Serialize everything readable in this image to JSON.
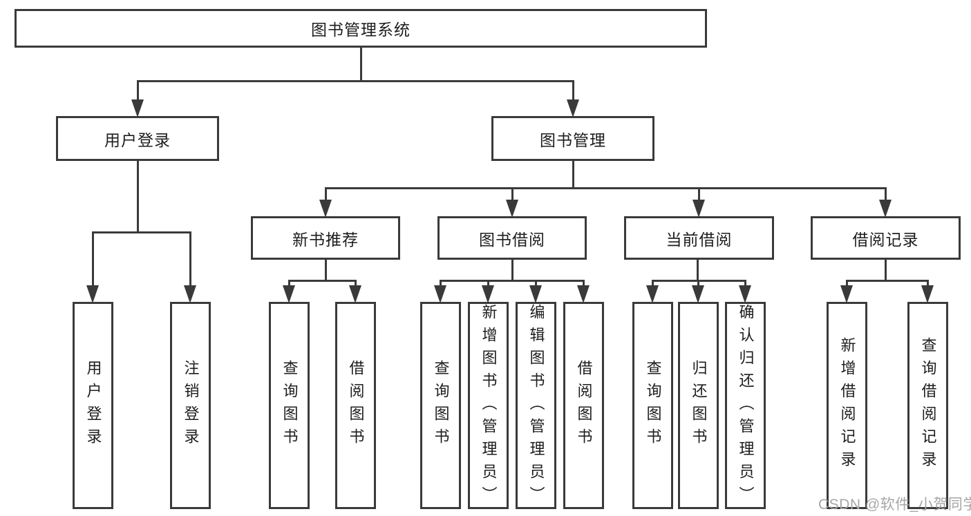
{
  "nodes": {
    "root": "图书管理系统",
    "user_login": "用户登录",
    "book_mgmt": "图书管理",
    "new_book_rec": "新书推荐",
    "book_borrow": "图书借阅",
    "current_borrow": "当前借阅",
    "borrow_records": "借阅记录",
    "leaf_user_login": "用户登录",
    "leaf_logout": "注销登录",
    "leaf_query_book_1": "查询图书",
    "leaf_borrow_book_1": "借阅图书",
    "leaf_query_book_2": "查询图书",
    "leaf_add_book": "新增图书（管理员）",
    "leaf_edit_book": "编辑图书（管理员）",
    "leaf_borrow_book_2": "借阅图书",
    "leaf_query_book_3": "查询图书",
    "leaf_return_book": "归还图书",
    "leaf_confirm_return": "确认归还（管理员）",
    "leaf_add_record": "新增借阅记录",
    "leaf_query_record": "查询借阅记录"
  },
  "hierarchy": {
    "图书管理系统": [
      "用户登录",
      "图书管理"
    ],
    "用户登录": [
      "用户登录",
      "注销登录"
    ],
    "图书管理": [
      "新书推荐",
      "图书借阅",
      "当前借阅",
      "借阅记录"
    ],
    "新书推荐": [
      "查询图书",
      "借阅图书"
    ],
    "图书借阅": [
      "查询图书",
      "新增图书（管理员）",
      "编辑图书（管理员）",
      "借阅图书"
    ],
    "当前借阅": [
      "查询图书",
      "归还图书",
      "确认归还（管理员）"
    ],
    "借阅记录": [
      "新增借阅记录",
      "查询借阅记录"
    ]
  },
  "watermark": {
    "text": "CSDN @软件_小贺同学"
  },
  "colors": {
    "line": "#3a3a3a",
    "box_border": "#3a3a3a",
    "box_fill": "#ffffff",
    "text": "#1d1d1d",
    "watermark": "#a6a6a6",
    "background": "#ffffff"
  }
}
